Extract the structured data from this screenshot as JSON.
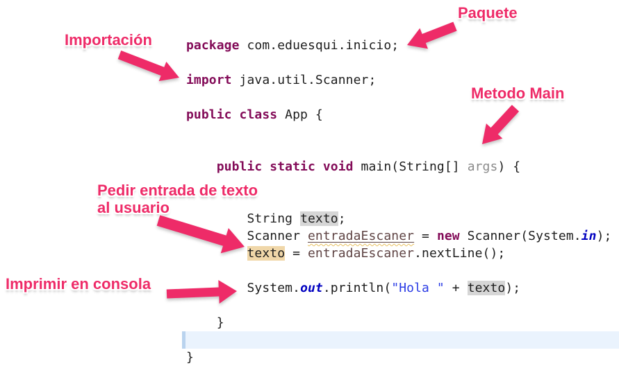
{
  "colors": {
    "annotation_pink": "#EE2B68",
    "keyword": "#830B58",
    "string": "#2B3CE5",
    "static_field": "#0000C0",
    "parameter": "#8A8A8A",
    "variable": "#5F4444",
    "highlight_gray": "#D6D6D6",
    "highlight_tan": "#F0D7A9",
    "current_line": "#EAF3FD",
    "caret_bar": "#B9D3EE",
    "warning_wave": "#E8C05E"
  },
  "annotations": {
    "labels": [
      {
        "id": "paquete",
        "text": "Paquete"
      },
      {
        "id": "importacion",
        "text": "Importación"
      },
      {
        "id": "metodo_main",
        "text": "Metodo Main"
      },
      {
        "id": "pedir_entrada",
        "text": "Pedir entrada de texto",
        "text2": "al usuario"
      },
      {
        "id": "imprimir",
        "text": "Imprimir en consola"
      }
    ]
  },
  "code": {
    "language": "java",
    "lines": [
      {
        "tokens": [
          {
            "t": "package",
            "c": "kw"
          },
          {
            "t": " com.eduesqui.inicio;"
          }
        ]
      },
      {
        "tokens": []
      },
      {
        "tokens": [
          {
            "t": "import",
            "c": "kw"
          },
          {
            "t": " java.util.Scanner;"
          }
        ]
      },
      {
        "tokens": []
      },
      {
        "tokens": [
          {
            "t": "public class",
            "c": "kw"
          },
          {
            "t": " App {"
          }
        ]
      },
      {
        "tokens": []
      },
      {
        "tokens": []
      },
      {
        "tokens": [
          {
            "t": "    "
          },
          {
            "t": "public static void",
            "c": "kw"
          },
          {
            "t": " main(String[] "
          },
          {
            "t": "args",
            "c": "param"
          },
          {
            "t": ") {"
          }
        ]
      },
      {
        "tokens": []
      },
      {
        "tokens": []
      },
      {
        "tokens": [
          {
            "t": "        String "
          },
          {
            "t": "texto",
            "c": "hlg"
          },
          {
            "t": ";"
          }
        ]
      },
      {
        "tokens": [
          {
            "t": "        Scanner "
          },
          {
            "t": "entradaEscaner",
            "c": "var decl",
            "c2": "wavy"
          },
          {
            "t": " = "
          },
          {
            "t": "new",
            "c": "kw"
          },
          {
            "t": " Scanner(System."
          },
          {
            "t": "in",
            "c": "field"
          },
          {
            "t": ");"
          }
        ]
      },
      {
        "tokens": [
          {
            "t": "        "
          },
          {
            "t": "texto",
            "c": "hlt"
          },
          {
            "t": " = "
          },
          {
            "t": "entradaEscaner",
            "c": "var"
          },
          {
            "t": ".nextLine();"
          }
        ]
      },
      {
        "tokens": []
      },
      {
        "tokens": [
          {
            "t": "        System."
          },
          {
            "t": "out",
            "c": "field"
          },
          {
            "t": ".println("
          },
          {
            "t": "\"Hola \"",
            "c": "str"
          },
          {
            "t": " + "
          },
          {
            "t": "texto",
            "c": "hlg"
          },
          {
            "t": ");"
          }
        ]
      },
      {
        "tokens": []
      },
      {
        "tokens": [
          {
            "t": "    }"
          }
        ]
      },
      {
        "current": true,
        "tokens": []
      },
      {
        "tokens": [
          {
            "t": "}"
          }
        ]
      }
    ]
  }
}
